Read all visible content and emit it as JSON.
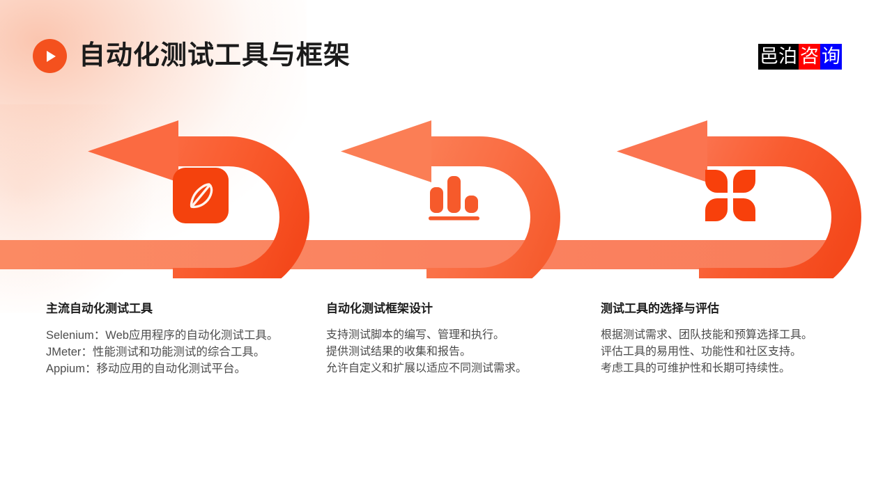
{
  "header": {
    "title": "自动化测试工具与框架",
    "play_icon": "play-icon",
    "brand": {
      "part_black": "邑泊",
      "part_red": "咨",
      "part_blue": "询",
      "color_black": "#000000",
      "color_red": "#ff0000",
      "color_blue": "#0000ff"
    }
  },
  "theme": {
    "accent": "#F4511E",
    "accent_deep": "#F4420D",
    "accent_light": "#FB7A55",
    "accent_band": "#FA8A65",
    "text_dark": "#1c1c1c",
    "text_body": "#4a4a4a",
    "background": "#ffffff"
  },
  "flow": {
    "steps": [
      {
        "index": 1,
        "icon": "leaf-pen-icon",
        "shape": "u-turn-arrow"
      },
      {
        "index": 2,
        "icon": "bar-chart-icon",
        "shape": "u-turn-arrow"
      },
      {
        "index": 3,
        "icon": "four-petal-clover-icon",
        "shape": "u-turn-arrow"
      }
    ]
  },
  "columns": [
    {
      "title": "主流自动化测试工具",
      "lines": [
        "Selenium：Web应用程序的自动化测试工具。",
        "JMeter：性能测试和功能测试的综合工具。",
        "Appium：移动应用的自动化测试平台。"
      ]
    },
    {
      "title": "自动化测试框架设计",
      "lines": [
        "支持测试脚本的编写、管理和执行。",
        "提供测试结果的收集和报告。",
        "允许自定义和扩展以适应不同测试需求。"
      ]
    },
    {
      "title": "测试工具的选择与评估",
      "lines": [
        "根据测试需求、团队技能和预算选择工具。",
        "评估工具的易用性、功能性和社区支持。",
        "考虑工具的可维护性和长期可持续性。"
      ]
    }
  ]
}
